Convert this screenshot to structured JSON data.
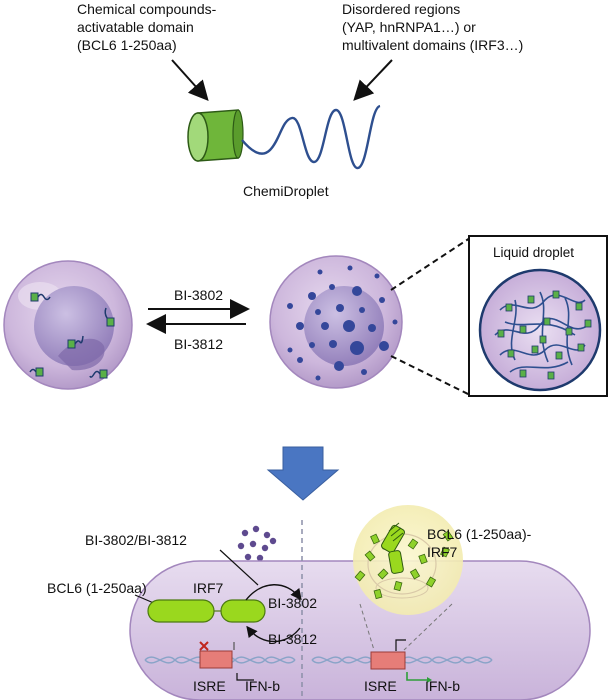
{
  "top": {
    "left_label_lines": [
      "Chemical compounds-",
      "activatable domain",
      "(BCL6 1-250aa)"
    ],
    "right_label_lines": [
      "Disordered regions",
      "(YAP, hnRNPA1…) or",
      "multivalent domains (IRF3…)"
    ],
    "construct_name": "ChemiDroplet"
  },
  "middle": {
    "forward_drug": "BI-3802",
    "reverse_drug": "BI-3812",
    "inset_title": "Liquid droplet"
  },
  "bottom": {
    "drug_pair_label": "BI-3802/BI-3812",
    "bcl6_label": "BCL6 (1-250aa)",
    "irf7_label": "IRF7",
    "forward_drug": "BI-3802",
    "reverse_drug": "BI-3812",
    "fusion_label_lines": [
      "BCL6 (1-250aa)-",
      "IRF7"
    ],
    "isre_label_left": "ISRE",
    "ifnb_label_left": "IFN-b",
    "isre_label_right": "ISRE",
    "ifnb_label_right": "IFN-b"
  },
  "colors": {
    "domain_green": "#7ec242",
    "linker_blue": "#2e4f8f",
    "cell_purple": "#cdb7dc",
    "nucleus_purple": "#a08fc6",
    "droplet_blue": "#34479a",
    "isre_pink": "#e67d78",
    "down_arrow_blue": "#4a76c2",
    "fusion_green": "#9ad81e",
    "glow_yellow": "#f6f1b3"
  }
}
